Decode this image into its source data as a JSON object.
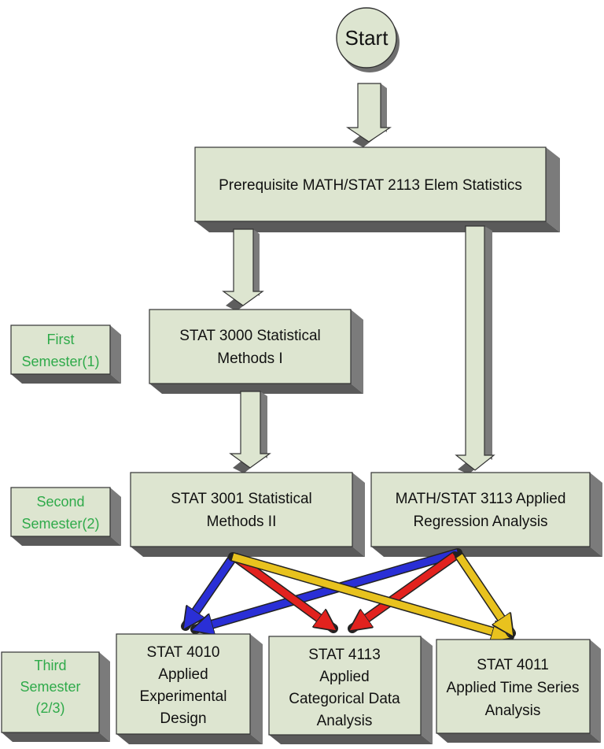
{
  "diagram": {
    "start": {
      "label": "Start"
    },
    "prereq": {
      "label": "Prerequisite MATH/STAT 2113 Elem Statistics"
    },
    "stat3000": {
      "line1": "STAT 3000 Statistical",
      "line2": "Methods I"
    },
    "stat3001": {
      "line1": "STAT 3001 Statistical",
      "line2": "Methods II"
    },
    "math3113": {
      "line1": "MATH/STAT 3113 Applied",
      "line2": "Regression Analysis"
    },
    "stat4010": {
      "line1": "STAT 4010",
      "line2": "Applied",
      "line3": "Experimental",
      "line4": "Design"
    },
    "stat4113": {
      "line1": "STAT 4113",
      "line2": "Applied",
      "line3": "Categorical Data",
      "line4": "Analysis"
    },
    "stat4011": {
      "line1": "STAT 4011",
      "line2": "Applied Time Series",
      "line3": "Analysis"
    },
    "semesters": {
      "first": {
        "line1": "First",
        "line2": "Semester(1)"
      },
      "second": {
        "line1": "Second",
        "line2": "Semester(2)"
      },
      "third": {
        "line1": "Third",
        "line2": "Semester",
        "line3": "(2/3)"
      }
    }
  },
  "colors": {
    "box_face": "#dde5d0",
    "box_side": "#7b7b7b",
    "box_bottom": "#5a5a5a",
    "semester_text": "#2faa4a",
    "arrow_blue": "#2a2fd6",
    "arrow_red": "#e2221e",
    "arrow_yellow": "#e8c21e"
  }
}
